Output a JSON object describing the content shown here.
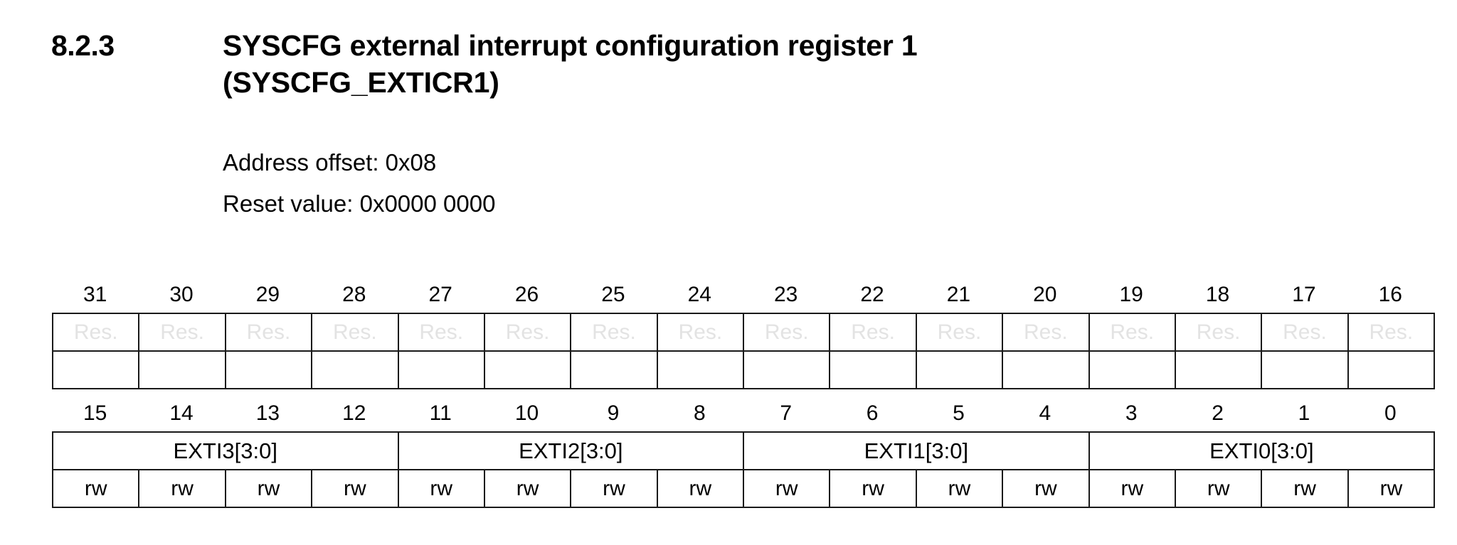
{
  "document": {
    "section_number": "8.2.3",
    "section_title": "SYSCFG external interrupt configuration register 1 (SYSCFG_EXTICR1)",
    "address_offset": "Address offset: 0x08",
    "reset_value": "Reset value: 0x0000 0000"
  },
  "register": {
    "name": "SYSCFG_EXTICR1",
    "width_bits": 32,
    "high_half": {
      "bit_numbers": [
        "31",
        "30",
        "29",
        "28",
        "27",
        "26",
        "25",
        "24",
        "23",
        "22",
        "21",
        "20",
        "19",
        "18",
        "17",
        "16"
      ],
      "field_cells": [
        "Res.",
        "Res.",
        "Res.",
        "Res.",
        "Res.",
        "Res.",
        "Res.",
        "Res.",
        "Res.",
        "Res.",
        "Res.",
        "Res.",
        "Res.",
        "Res.",
        "Res.",
        "Res."
      ],
      "access_cells": [
        "",
        "",
        "",
        "",
        "",
        "",
        "",
        "",
        "",
        "",
        "",
        "",
        "",
        "",
        "",
        ""
      ]
    },
    "low_half": {
      "bit_numbers": [
        "15",
        "14",
        "13",
        "12",
        "11",
        "10",
        "9",
        "8",
        "7",
        "6",
        "5",
        "4",
        "3",
        "2",
        "1",
        "0"
      ],
      "fields": [
        {
          "label": "EXTI3[3:0]",
          "span": 4,
          "bits": "15:12"
        },
        {
          "label": "EXTI2[3:0]",
          "span": 4,
          "bits": "11:8"
        },
        {
          "label": "EXTI1[3:0]",
          "span": 4,
          "bits": "7:4"
        },
        {
          "label": "EXTI0[3:0]",
          "span": 4,
          "bits": "3:0"
        }
      ],
      "access_cells": [
        "rw",
        "rw",
        "rw",
        "rw",
        "rw",
        "rw",
        "rw",
        "rw",
        "rw",
        "rw",
        "rw",
        "rw",
        "rw",
        "rw",
        "rw",
        "rw"
      ]
    }
  },
  "colors": {
    "text": "#000000",
    "reserved_text": "#e3e3e3",
    "border": "#1a1a1a",
    "background": "#ffffff"
  }
}
